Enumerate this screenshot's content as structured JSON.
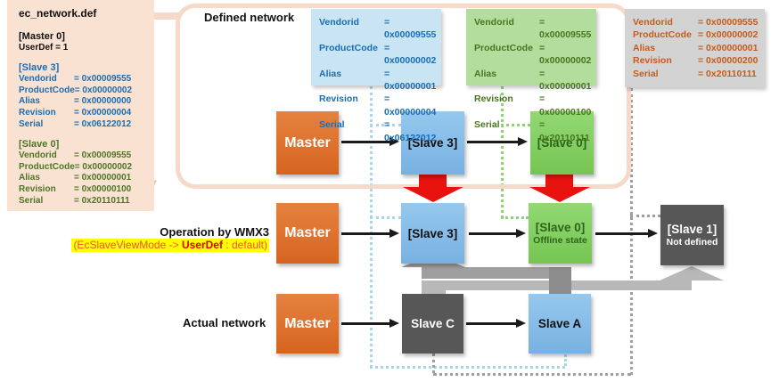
{
  "colors": {
    "callout_bg": "#f9e2d2",
    "defined_border": "#f6d9c8",
    "master_orange": "#dd6e2c",
    "slave_blue": "#86bce7",
    "slave_green": "#84d062",
    "slave_dark_gray": "#575757",
    "info_blue_bg": "#c9e5f3",
    "info_blue_text": "#1a6db3",
    "info_green_bg": "#b3dd9c",
    "info_green_text": "#47761f",
    "info_gray_bg": "#d3d3d3",
    "info_gray_text": "#c45c1c",
    "red_arrow": "#e8130f",
    "note_highlight": "#ffff00"
  },
  "callout": {
    "title": "ec_network.def",
    "master_header": "[Master 0]",
    "master_line": "UserDef = 1",
    "slave3_header": "[Slave 3]",
    "slave3_params": [
      {
        "label": "Vendorid",
        "value": "= 0x00009555"
      },
      {
        "label": "ProductCode",
        "value": "= 0x00000002"
      },
      {
        "label": "Alias",
        "value": "= 0x00000000"
      },
      {
        "label": "Revision",
        "value": "= 0x00000004"
      },
      {
        "label": "Serial",
        "value": "= 0x06122012"
      }
    ],
    "slave0_header": "[Slave 0]",
    "slave0_params": [
      {
        "label": "Vendorid",
        "value": "= 0x00009555"
      },
      {
        "label": "ProductCode",
        "value": "= 0x00000002"
      },
      {
        "label": "Alias",
        "value": "= 0x00000001"
      },
      {
        "label": "Revision",
        "value": "= 0x00000100"
      },
      {
        "label": "Serial",
        "value": "= 0x20110111"
      }
    ]
  },
  "defined_network_label": "Defined network",
  "info_boxes": {
    "slave3_defined": {
      "params": [
        {
          "label": "Vendorid",
          "value": "= 0x00009555"
        },
        {
          "label": "ProductCode",
          "value": "= 0x00000002"
        },
        {
          "label": "Alias",
          "value": "= 0x00000001"
        },
        {
          "label": "Revision",
          "value": "= 0x00000004"
        },
        {
          "label": "Serial",
          "value": "= 0x06122012"
        }
      ]
    },
    "slave0_defined": {
      "params": [
        {
          "label": "Vendorid",
          "value": "= 0x00009555"
        },
        {
          "label": "ProductCode",
          "value": "= 0x00000002"
        },
        {
          "label": "Alias",
          "value": "= 0x00000001"
        },
        {
          "label": "Revision",
          "value": "= 0x00000100"
        },
        {
          "label": "Serial",
          "value": "= 0x20110111"
        }
      ]
    },
    "actual_identity": {
      "params": [
        {
          "label": "Vendorid",
          "value": "= 0x00009555"
        },
        {
          "label": "ProductCode",
          "value": "= 0x00000002"
        },
        {
          "label": "Alias",
          "value": "= 0x00000001"
        },
        {
          "label": "Revision",
          "value": "= 0x00000200"
        },
        {
          "label": "Serial",
          "value": "= 0x20110111"
        }
      ]
    }
  },
  "rows": {
    "defined": {
      "master": "Master",
      "slave3": "[Slave 3]",
      "slave0": "[Slave 0]"
    },
    "wmx3": {
      "label": "Operation by WMX3",
      "note_pre": "(EcSlaveViewMode -> ",
      "note_em": "UserDef",
      "note_post": " : default)",
      "master": "Master",
      "slave3": "[Slave 3]",
      "slave0": "[Slave 0]",
      "slave0_sub": "Offline state",
      "slave1": "[Slave 1]",
      "slave1_sub": "Not defined"
    },
    "actual": {
      "label": "Actual network",
      "master": "Master",
      "slave_c": "Slave C",
      "slave_a": "Slave A"
    }
  }
}
